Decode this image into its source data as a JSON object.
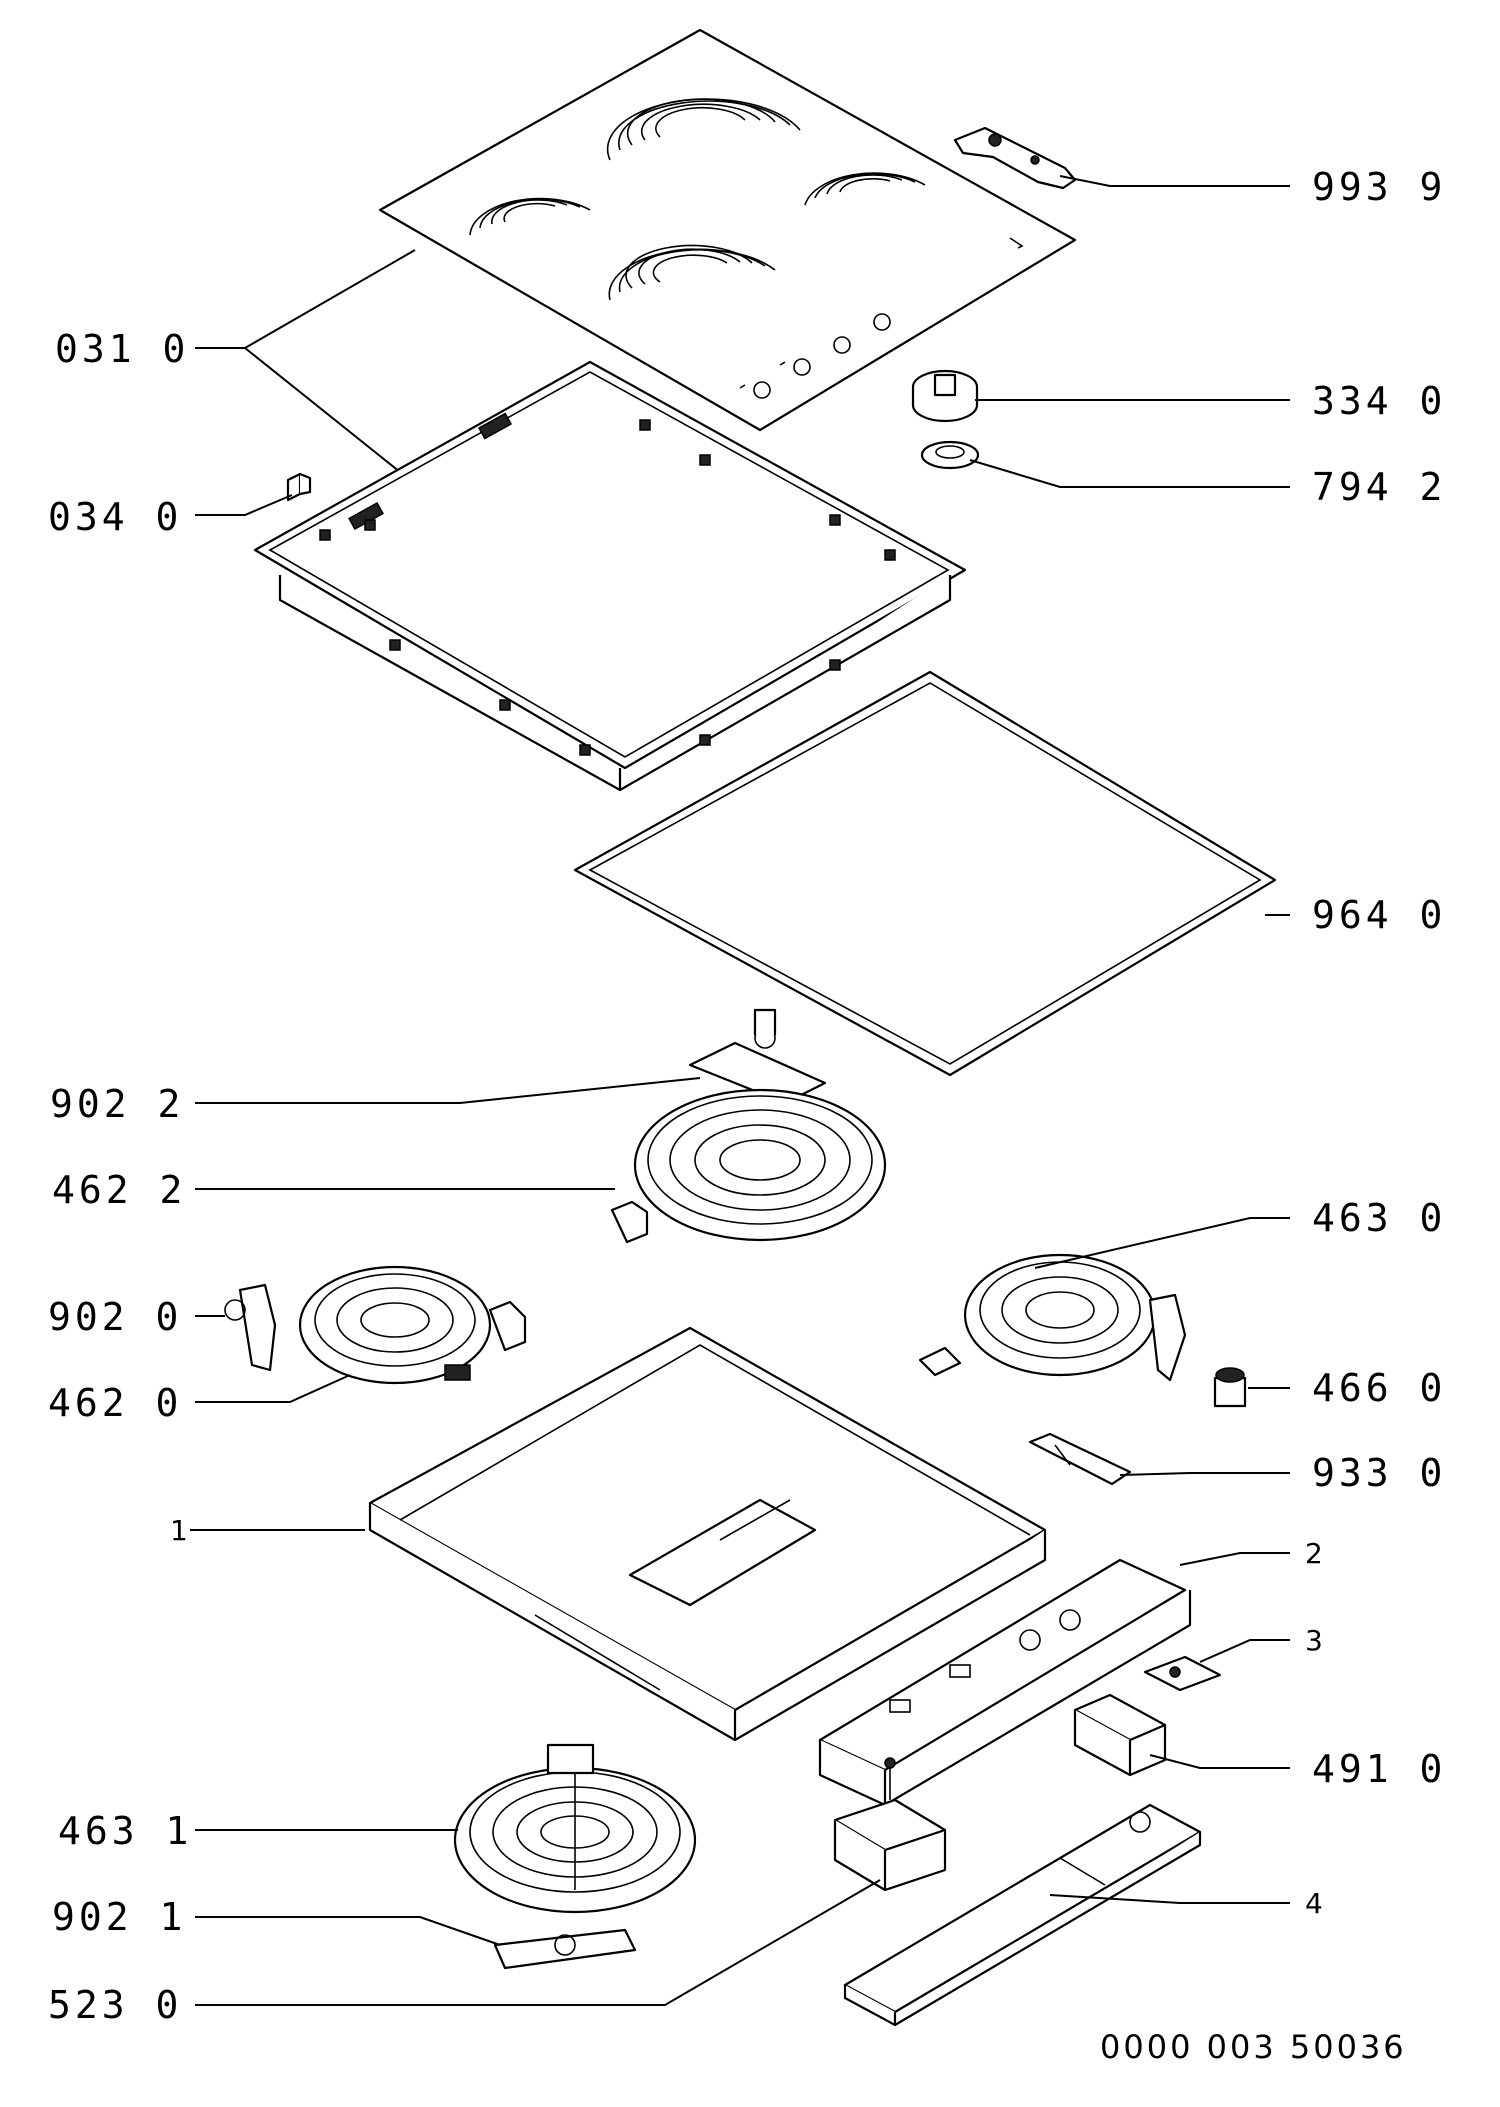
{
  "labels": {
    "cooktop_glass": "031 0",
    "frame_clip": "034 0",
    "bracket_top": "993 9",
    "knob": "334 0",
    "knob_ring": "794 2",
    "gasket": "964 0",
    "bracket_902_2": "902 2",
    "hotplate_462_2": "462 2",
    "hotplate_463_0": "463 0",
    "bracket_902_0": "902 0",
    "hotplate_462_0": "462 0",
    "thermostat_466_0": "466 0",
    "bracket_933_0": "933 0",
    "housing_1": "1",
    "control_panel_2": "2",
    "clamp_3": "3",
    "terminal_491_0": "491 0",
    "hotplate_463_1": "463 1",
    "bracket_902_1": "902 1",
    "switch_523_0": "523 0",
    "cover_4": "4"
  },
  "document_id": "0000 003 50036"
}
